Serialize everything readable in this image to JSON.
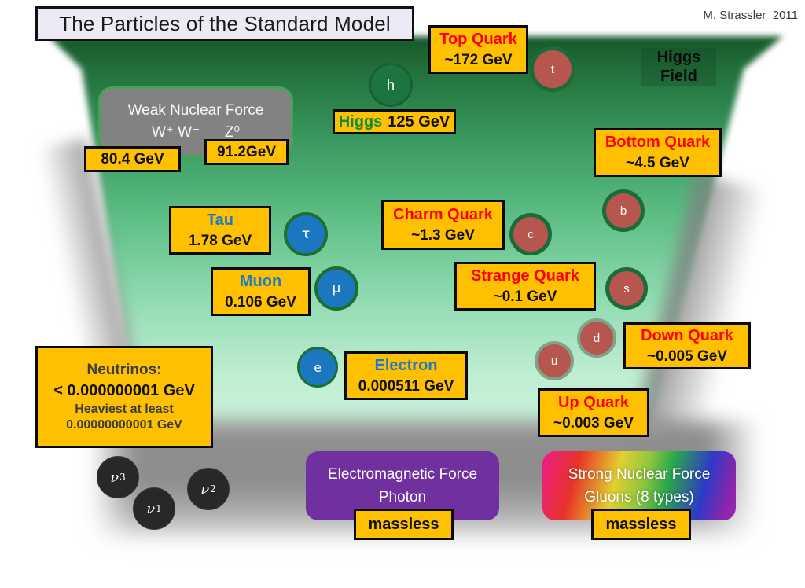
{
  "header": {
    "title": "The Particles of the Standard Model",
    "credit": "M. Strassler  2011"
  },
  "higgs_field_label": {
    "line1": "Higgs",
    "line2": "Field"
  },
  "weak_force": {
    "title": "Weak Nuclear Force",
    "bosons": "W⁺ W⁻      Z⁰",
    "w_mass": "80.4 GeV",
    "z_mass": "91.2GeV"
  },
  "higgs": {
    "name": "Higgs",
    "mass": "125 GeV",
    "symbol": "h"
  },
  "quarks": {
    "top": {
      "name": "Top Quark",
      "mass": "~172 GeV",
      "symbol": "t"
    },
    "bottom": {
      "name": "Bottom Quark",
      "mass": "~4.5 GeV",
      "symbol": "b"
    },
    "charm": {
      "name": "Charm Quark",
      "mass": "~1.3 GeV",
      "symbol": "c"
    },
    "strange": {
      "name": "Strange Quark",
      "mass": "~0.1 GeV",
      "symbol": "s"
    },
    "down": {
      "name": "Down Quark",
      "mass": "~0.005 GeV",
      "symbol": "d"
    },
    "up": {
      "name": "Up Quark",
      "mass": "~0.003 GeV",
      "symbol": "u"
    }
  },
  "leptons": {
    "tau": {
      "name": "Tau",
      "mass": "1.78 GeV",
      "symbol": "τ"
    },
    "muon": {
      "name": "Muon",
      "mass": "0.106 GeV",
      "symbol": "μ"
    },
    "electron": {
      "name": "Electron",
      "mass": "0.000511 GeV",
      "symbol": "e"
    }
  },
  "neutrinos": {
    "title": "Neutrinos:",
    "limit": "< 0.000000001 GeV",
    "note1": "Heaviest at least",
    "note2": "0.00000000001 GeV",
    "nu3": {
      "base": "ν",
      "sub": "3"
    },
    "nu1": {
      "base": "ν",
      "sub": "1"
    },
    "nu2": {
      "base": "ν",
      "sub": "2"
    }
  },
  "forces": {
    "em": {
      "title": "Electromagnetic Force",
      "carrier": "Photon",
      "mass": "massless"
    },
    "strong": {
      "title": "Strong Nuclear Force",
      "carrier": "Gluons (8 types)",
      "mass": "massless"
    }
  },
  "colors": {
    "label_box": "#FFC000",
    "quark_name_text": "#FF0000",
    "lepton_name_text": "#1F7BC5",
    "higgs_name_text": "#128A43",
    "quark_fill": "#B7564F",
    "quark_ring": "#1C6B38",
    "lepton_fill": "#1B77C0",
    "neutrino_fill": "#282828",
    "em_box": "#7030A0",
    "weak_box": "#828282",
    "field_green_top": "#135426",
    "field_green_bottom": "#CDF4DC"
  }
}
